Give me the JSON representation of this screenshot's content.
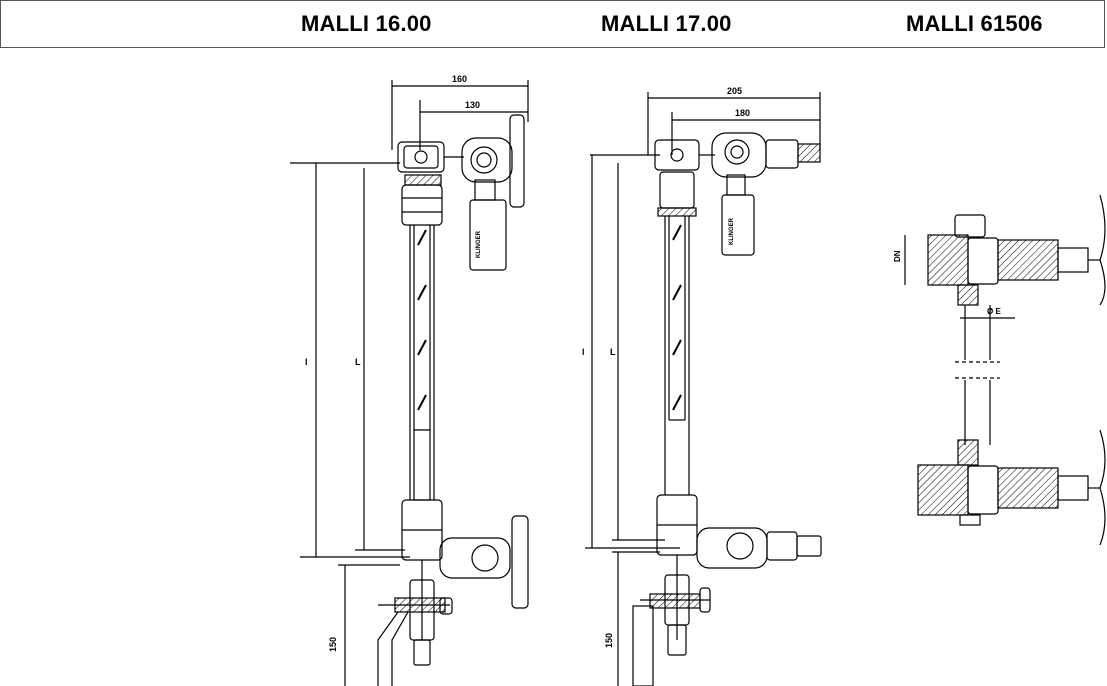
{
  "header": {
    "models": [
      {
        "label": "MALLI 16.00"
      },
      {
        "label": "MALLI 17.00"
      },
      {
        "label": "MALLI 61506"
      }
    ]
  },
  "drawing_16": {
    "dim_total_width": "160",
    "dim_inner_width": "130",
    "dim_l_outer": "l",
    "dim_l_inner": "L",
    "dim_bottom": "150"
  },
  "drawing_17": {
    "dim_total_width": "205",
    "dim_inner_width": "180",
    "dim_l_outer": "l",
    "dim_l_inner": "L",
    "dim_bottom": "150"
  },
  "drawing_61506": {
    "dim_dn": "DN",
    "dim_diameter": "Ø E"
  }
}
